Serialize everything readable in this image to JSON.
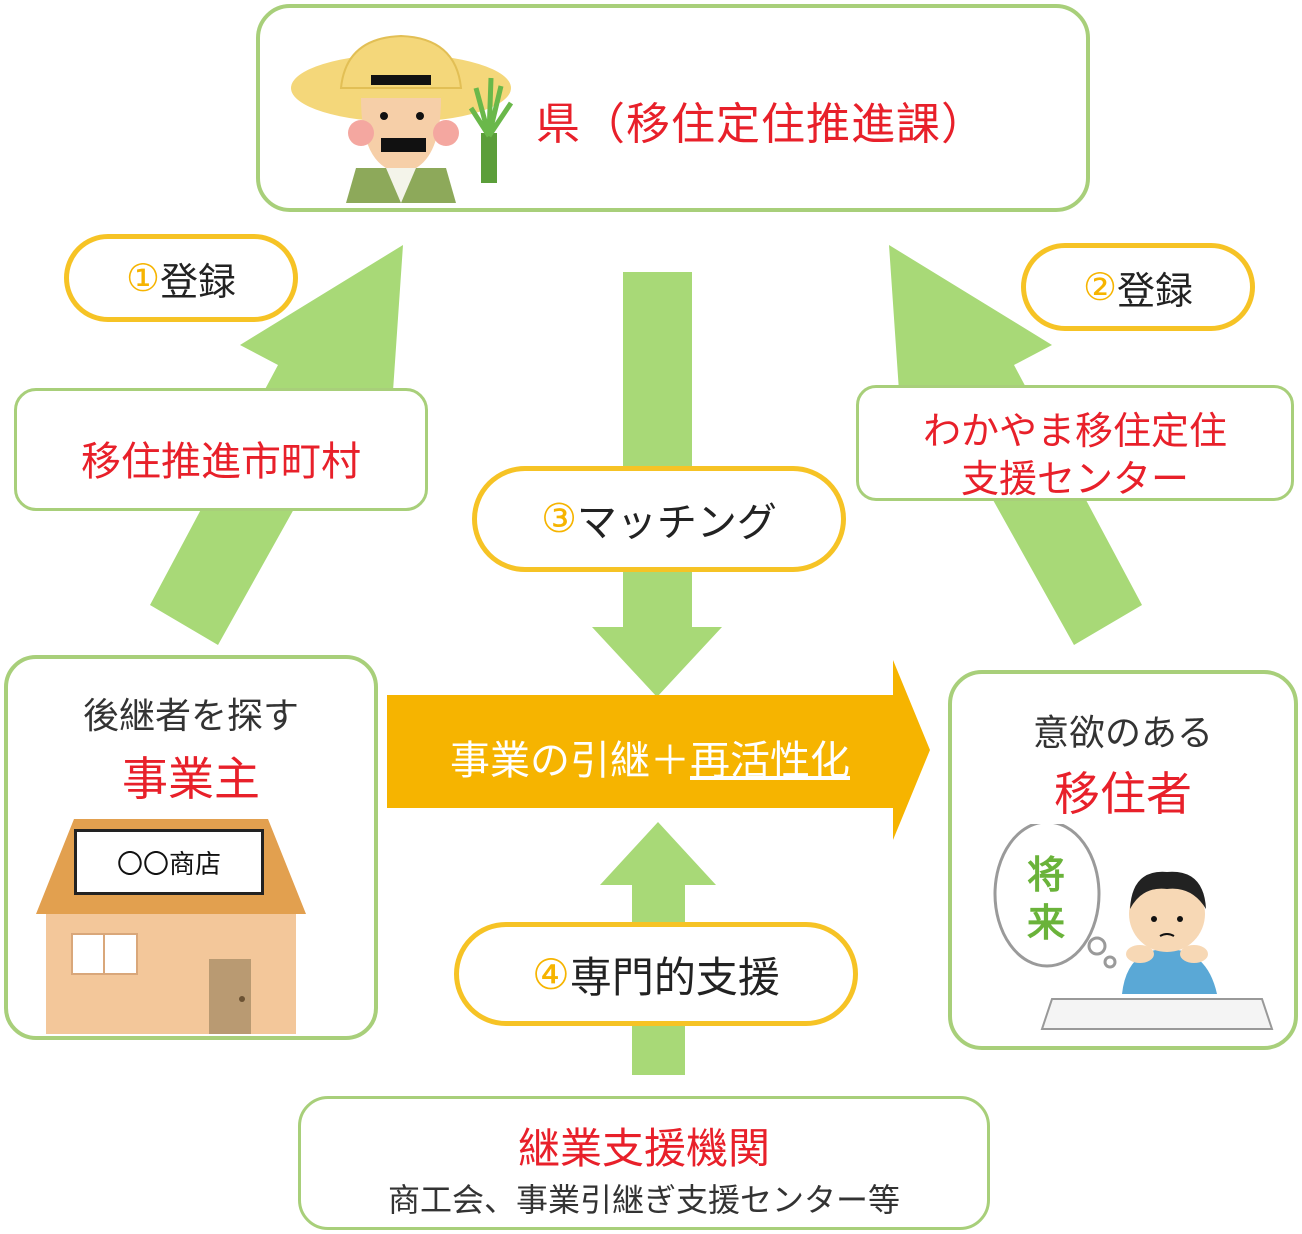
{
  "prefecture": {
    "label": "県（移住定住推進課）"
  },
  "steps": [
    {
      "num": "①",
      "text": "登録"
    },
    {
      "num": "②",
      "text": "登録"
    },
    {
      "num": "③",
      "text": "マッチング"
    },
    {
      "num": "④",
      "text": "専門的支援"
    }
  ],
  "municipality": {
    "label": "移住推進市町村"
  },
  "support_center": {
    "line1": "わかやま移住定住",
    "line2": "支援センター"
  },
  "business_owner": {
    "caption": "後継者を探す",
    "title": "事業主",
    "shop_sign": "〇〇商店"
  },
  "migrant": {
    "caption": "意欲のある",
    "title": "移住者",
    "thought": [
      "将",
      "来"
    ]
  },
  "main_arrow": {
    "text_plain": "事業の引継＋",
    "text_underlined": "再活性化"
  },
  "agency": {
    "title": "継業支援機関",
    "subtitle": "商工会、事業引継ぎ支援センター等"
  },
  "colors": {
    "green": "#a8d977",
    "yellow": "#f6b400",
    "red": "#e8202a",
    "box_border": "#a8cf7a"
  }
}
